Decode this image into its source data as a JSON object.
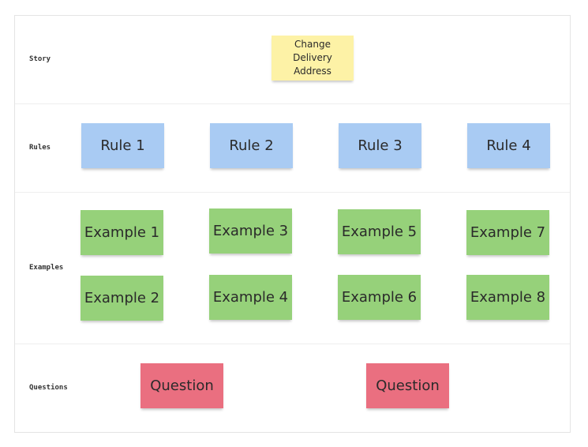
{
  "rows": {
    "story": "Story",
    "rules": "Rules",
    "examples": "Examples",
    "questions": "Questions"
  },
  "story_card": {
    "line1": "Change Delivery",
    "line2": "Address"
  },
  "rules": [
    "Rule 1",
    "Rule 2",
    "Rule 3",
    "Rule 4"
  ],
  "examples": [
    "Example 1",
    "Example 2",
    "Example 3",
    "Example 4",
    "Example 5",
    "Example 6",
    "Example 7",
    "Example 8"
  ],
  "questions": [
    "Question",
    "Question"
  ],
  "colors": {
    "story": "#fdf2a6",
    "rule": "#a9cbf3",
    "example": "#96d17a",
    "question": "#ea6f80"
  }
}
